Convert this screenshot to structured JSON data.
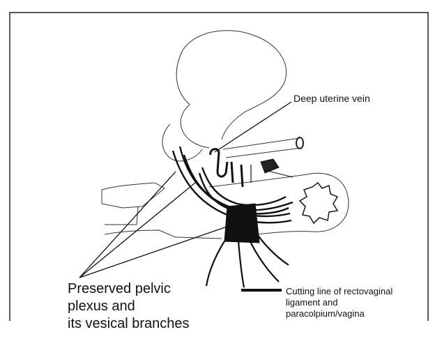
{
  "labels": {
    "deep_uterine_vein": "Deep uterine vein",
    "pelvic_plexus": "Preserved pelvic\nplexus and\nits vesical branches",
    "cutting_line": "Cutting line of rectovaginal\nligament and\nparacolpium/vagina"
  }
}
